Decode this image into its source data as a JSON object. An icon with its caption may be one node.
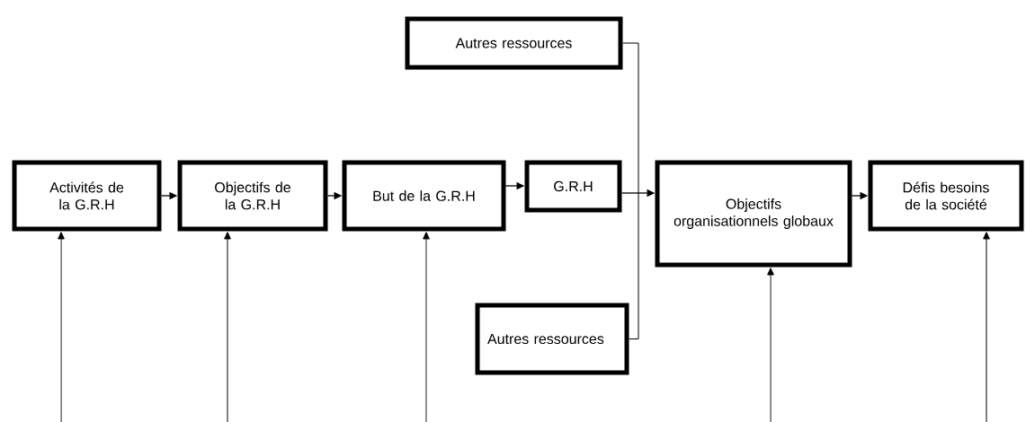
{
  "diagram": {
    "nodes": [
      {
        "text": [
          "Activités de la G.R.H"
        ]
      },
      {
        "text": [
          "Objectifs de la G.R.H"
        ]
      },
      {
        "text": [
          "But de la G.R.H"
        ]
      },
      {
        "text": [
          "G.R.H"
        ]
      },
      {
        "text": [
          "Objectifs organisationnels globaux"
        ]
      },
      {
        "text": [
          "Défis besoins de la société"
        ]
      },
      {
        "text": [
          "Autres ressources"
        ]
      },
      {
        "text": [
          "Autres ressources"
        ]
      }
    ],
    "edges": [
      {
        "from": 0,
        "to": 1,
        "arrow": "to"
      },
      {
        "from": 1,
        "to": 2,
        "arrow": "to"
      },
      {
        "from": 2,
        "to": 3,
        "arrow": "to"
      },
      {
        "from": 3,
        "to": 4,
        "arrow": "to"
      },
      {
        "from": 4,
        "to": 5,
        "arrow": "to"
      },
      {
        "from": 6,
        "to": 7,
        "arrow": "none"
      },
      {
        "from": null,
        "to": 0,
        "arrow": "to"
      },
      {
        "from": null,
        "to": 1,
        "arrow": "to"
      },
      {
        "from": null,
        "to": 2,
        "arrow": "to"
      },
      {
        "from": null,
        "to": 4,
        "arrow": "to"
      },
      {
        "from": null,
        "to": 5,
        "arrow": "to"
      }
    ]
  }
}
